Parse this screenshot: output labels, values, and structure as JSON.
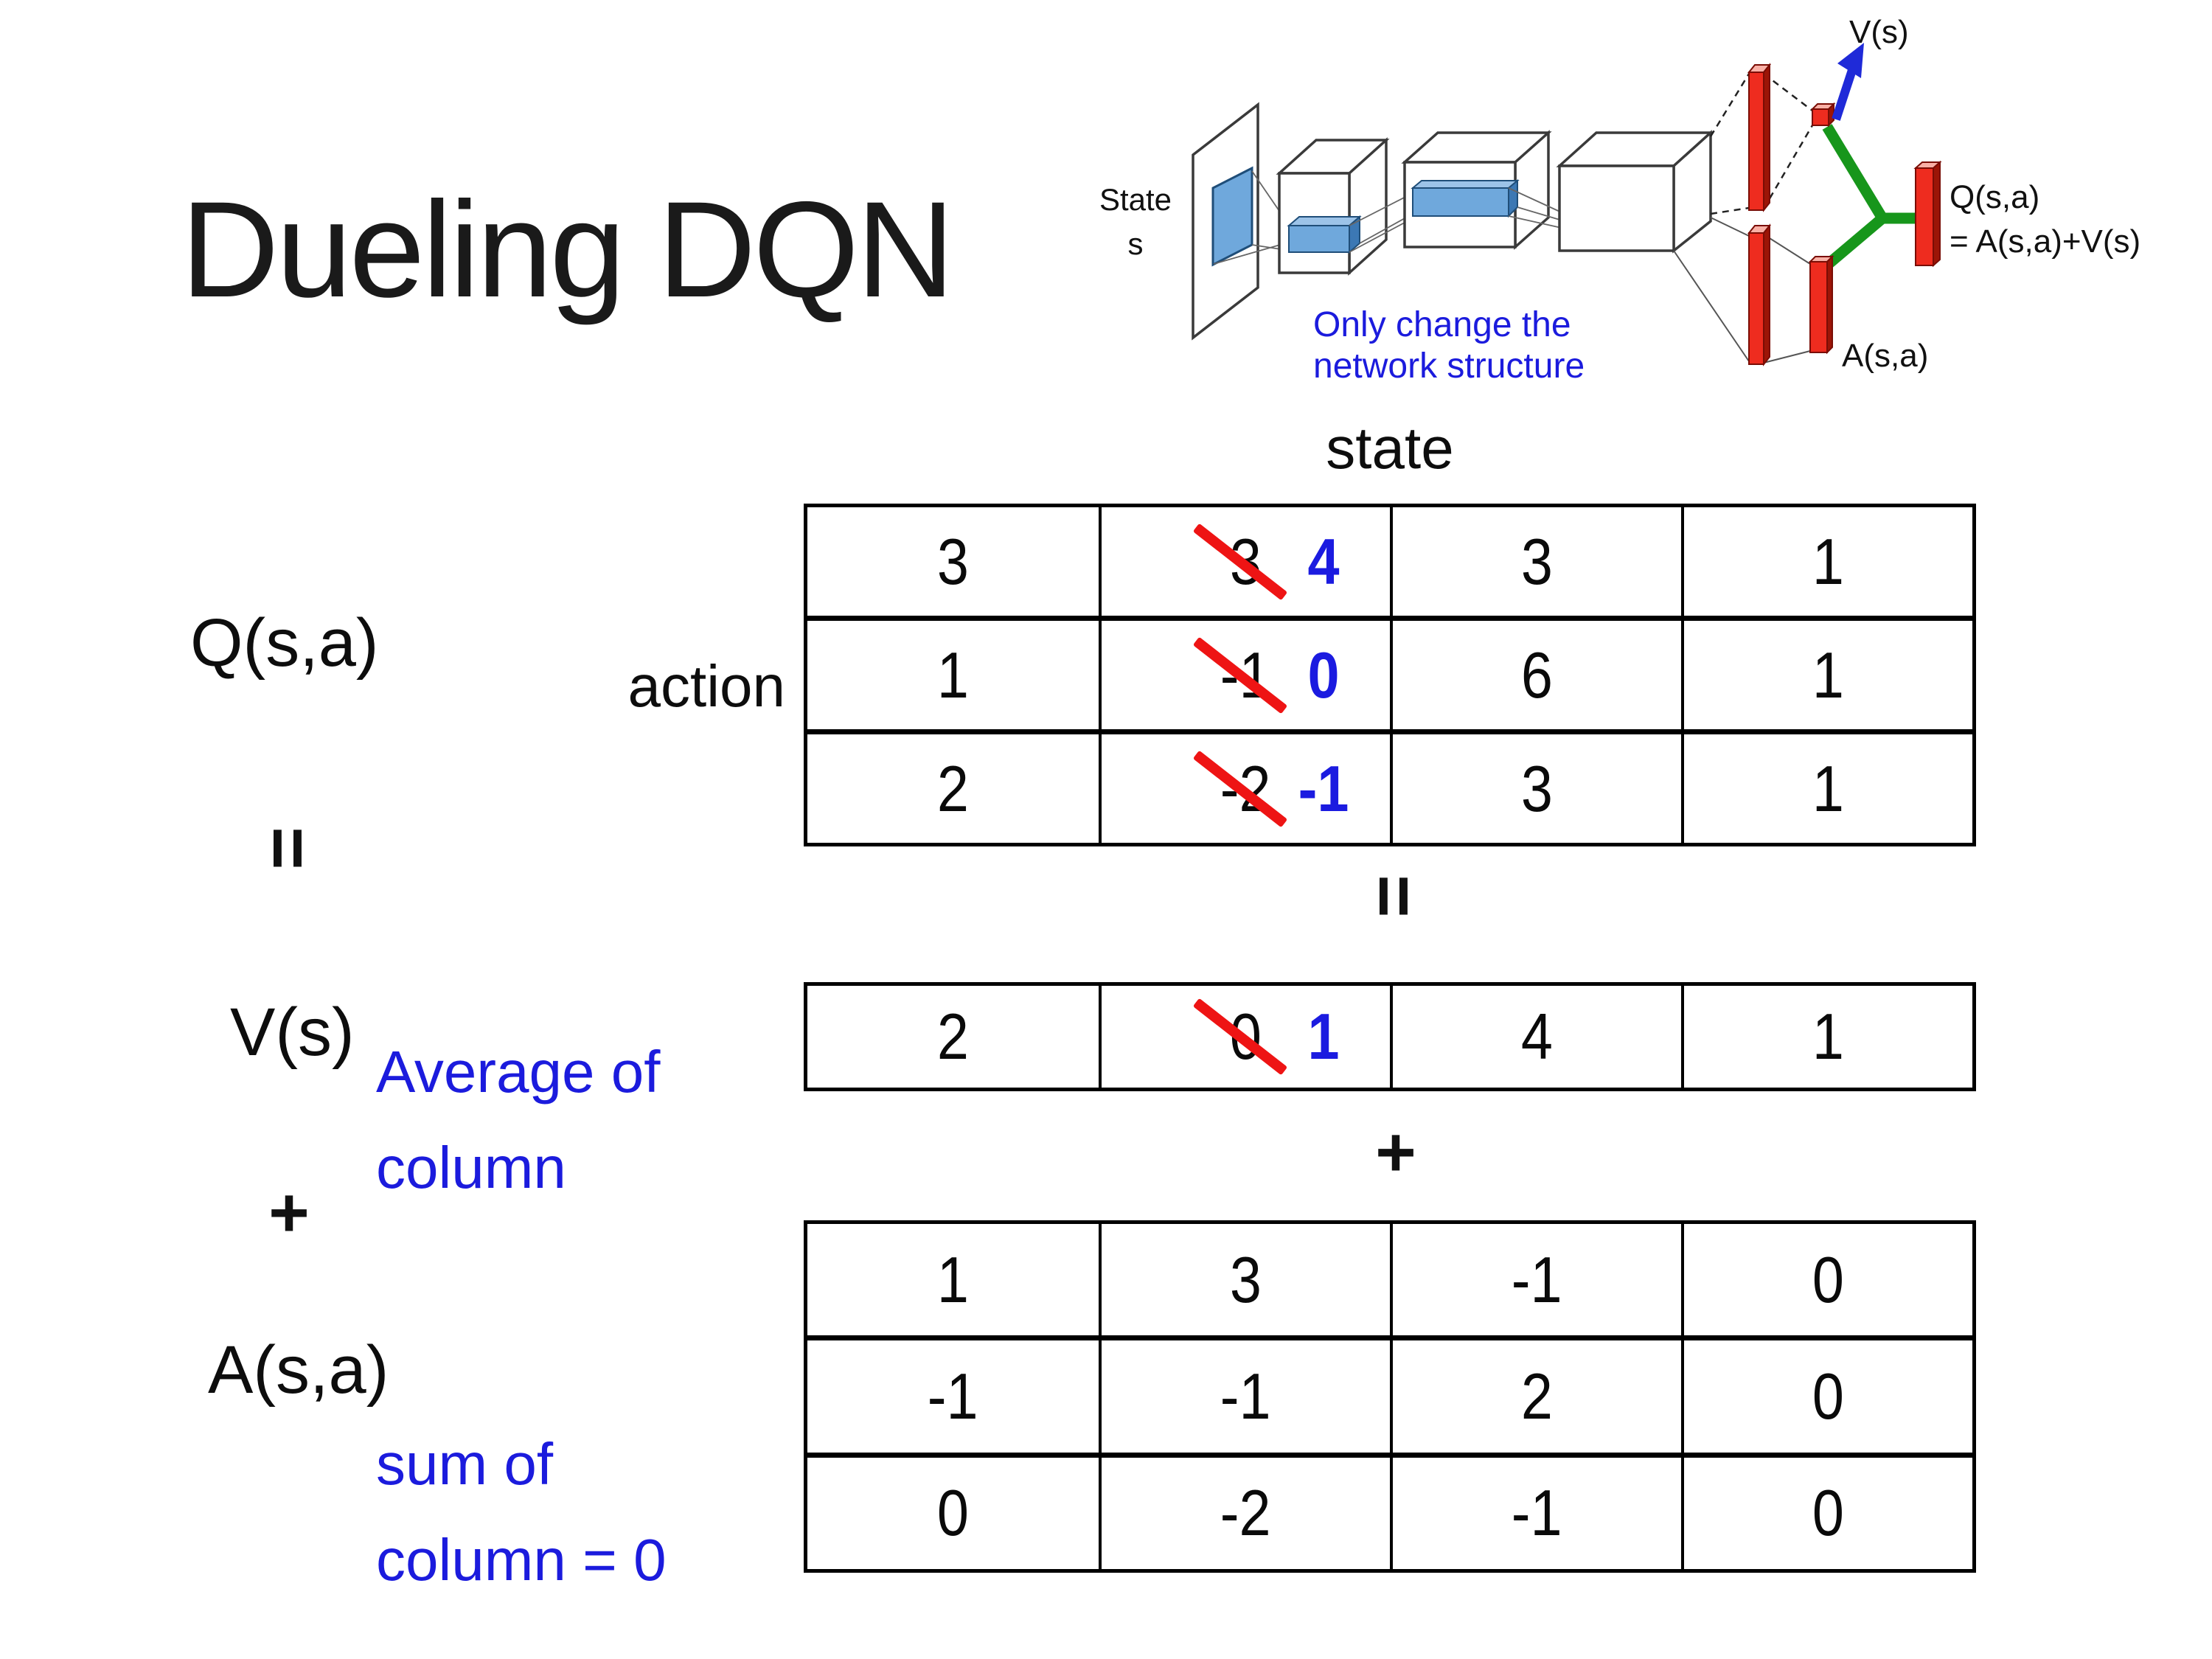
{
  "title": "Dueling DQN",
  "colors": {
    "accent_blue": "#1b1bdd",
    "strike_red": "#ee1414",
    "bar_red": "#ee2c1f",
    "junction_green": "#17961b",
    "filter_blue": "#6fa8dc",
    "text_black": "#0d0d0d"
  },
  "diagram": {
    "state_line1": "State",
    "state_line2": "s",
    "note_line1": "Only change the",
    "note_line2": "network structure",
    "v_output_label": "V(s)",
    "q_output_line1": "Q(s,a)",
    "q_output_line2": "= A(s,a)+V(s)",
    "a_output_label": "A(s,a)"
  },
  "equation": {
    "q_label": "Q(s,a)",
    "equals_sign": "=",
    "v_label": "V(s)",
    "v_note_line1": "Average of",
    "v_note_line2": "column",
    "plus_sign": "+",
    "a_label": "A(s,a)",
    "a_note_line1": "sum of",
    "a_note_line2": "column = 0",
    "state_header": "state",
    "action_label": "action"
  },
  "q_table": {
    "rows": [
      {
        "cells": [
          {
            "value": "3"
          },
          {
            "value": "3",
            "replaced_by": "4"
          },
          {
            "value": "3"
          },
          {
            "value": "1"
          }
        ]
      },
      {
        "cells": [
          {
            "value": "1"
          },
          {
            "value": "-1",
            "replaced_by": "0"
          },
          {
            "value": "6"
          },
          {
            "value": "1"
          }
        ]
      },
      {
        "cells": [
          {
            "value": "2"
          },
          {
            "value": "-2",
            "replaced_by": "-1"
          },
          {
            "value": "3"
          },
          {
            "value": "1"
          }
        ]
      }
    ]
  },
  "v_table": {
    "cells": [
      {
        "value": "2"
      },
      {
        "value": "0",
        "replaced_by": "1"
      },
      {
        "value": "4"
      },
      {
        "value": "1"
      }
    ]
  },
  "a_table": {
    "rows": [
      {
        "cells": [
          {
            "value": "1"
          },
          {
            "value": "3"
          },
          {
            "value": "-1"
          },
          {
            "value": "0"
          }
        ]
      },
      {
        "cells": [
          {
            "value": "-1"
          },
          {
            "value": "-1"
          },
          {
            "value": "2"
          },
          {
            "value": "0"
          }
        ]
      },
      {
        "cells": [
          {
            "value": "0"
          },
          {
            "value": "-2"
          },
          {
            "value": "-1"
          },
          {
            "value": "0"
          }
        ]
      }
    ]
  }
}
